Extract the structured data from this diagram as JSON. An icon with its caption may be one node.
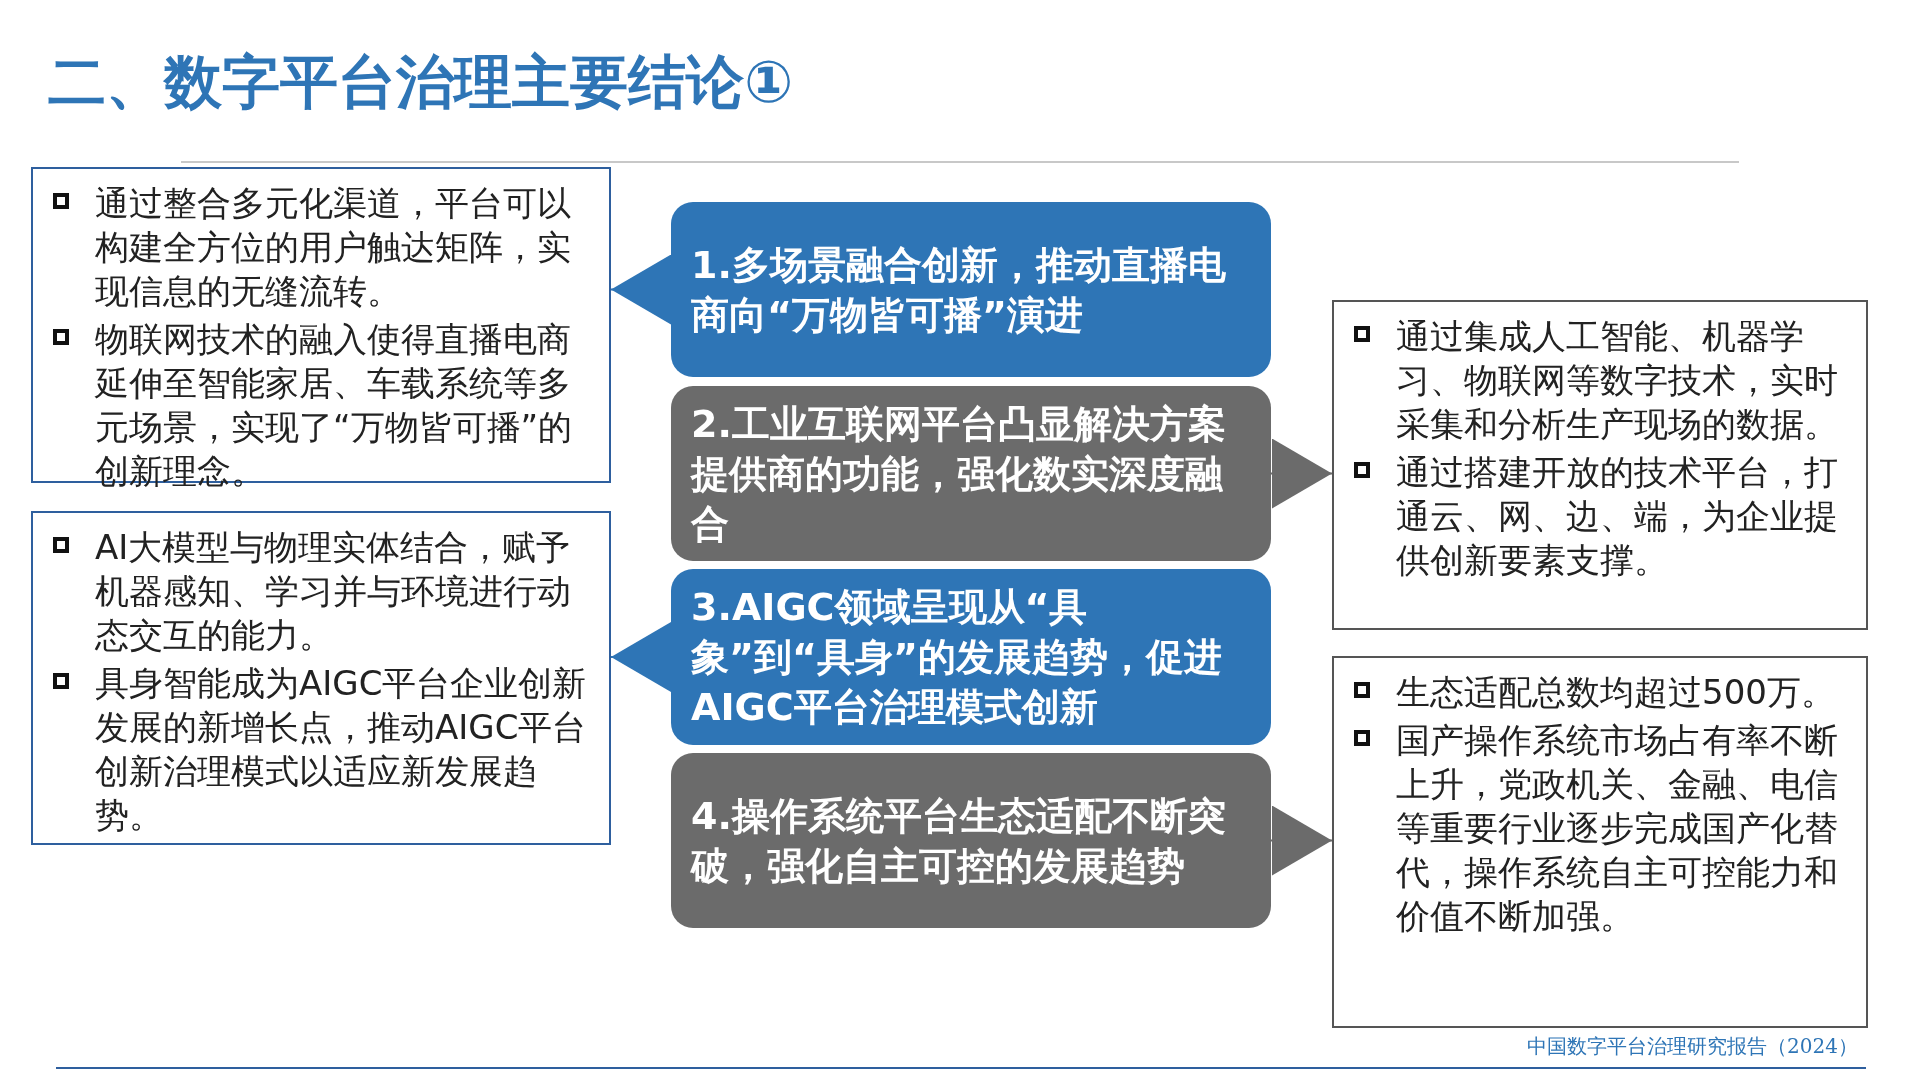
{
  "diagram": {
    "title": "二、数字平台治理主要结论①",
    "nodes": [
      {
        "text": [
          "通过整合多元化渠道，平台可以构建全方位的用户触达矩阵，实现信息的无缝流转。",
          "物联网技术的融入使得直播电商延伸至智能家居、车载系统等多元场景，实现了“万物皆可播”的创新理念。"
        ]
      },
      {
        "text": [
          "1.多场景融合创新，推动直播电商向“万物皆可播”演进"
        ]
      },
      {
        "text": [
          "2.工业互联网平台凸显解决方案提供商的功能，强化数实深度融合"
        ]
      },
      {
        "text": [
          "通过集成人工智能、机器学习、物联网等数字技术，实时采集和分析生产现场的数据。",
          "通过搭建开放的技术平台，打通云、网、边、端，为企业提供创新要素支撑。"
        ]
      },
      {
        "text": [
          "AI大模型与物理实体结合，赋予机器感知、学习并与环境进行动态交互的能力。",
          "具身智能成为AIGC平台企业创新发展的新增长点，推动AIGC平台创新治理模式以适应新发展趋势。"
        ]
      },
      {
        "text": [
          "3.AIGC领域呈现从“具象”到“具身”的发展趋势，促进AIGC平台治理模式创新"
        ]
      },
      {
        "text": [
          "4.操作系统平台生态适配不断突破，强化自主可控的发展趋势"
        ]
      },
      {
        "text": [
          "生态适配总数均超过500万。",
          "国产操作系统市场占有率不断上升，党政机关、金融、电信等重要行业逐步完成国产化替代，操作系统自主可控能力和价值不断加强。"
        ]
      }
    ],
    "edges": [
      {
        "from": 1,
        "to": 0,
        "arrow": "to",
        "color": "#2e75b6"
      },
      {
        "from": 2,
        "to": 3,
        "arrow": "to",
        "color": "#6b6b6b"
      },
      {
        "from": 5,
        "to": 4,
        "arrow": "to",
        "color": "#2e75b6"
      },
      {
        "from": 6,
        "to": 7,
        "arrow": "to",
        "color": "#6b6b6b"
      }
    ],
    "labels": [
      "中国数字平台治理研究报告（2024）"
    ]
  }
}
